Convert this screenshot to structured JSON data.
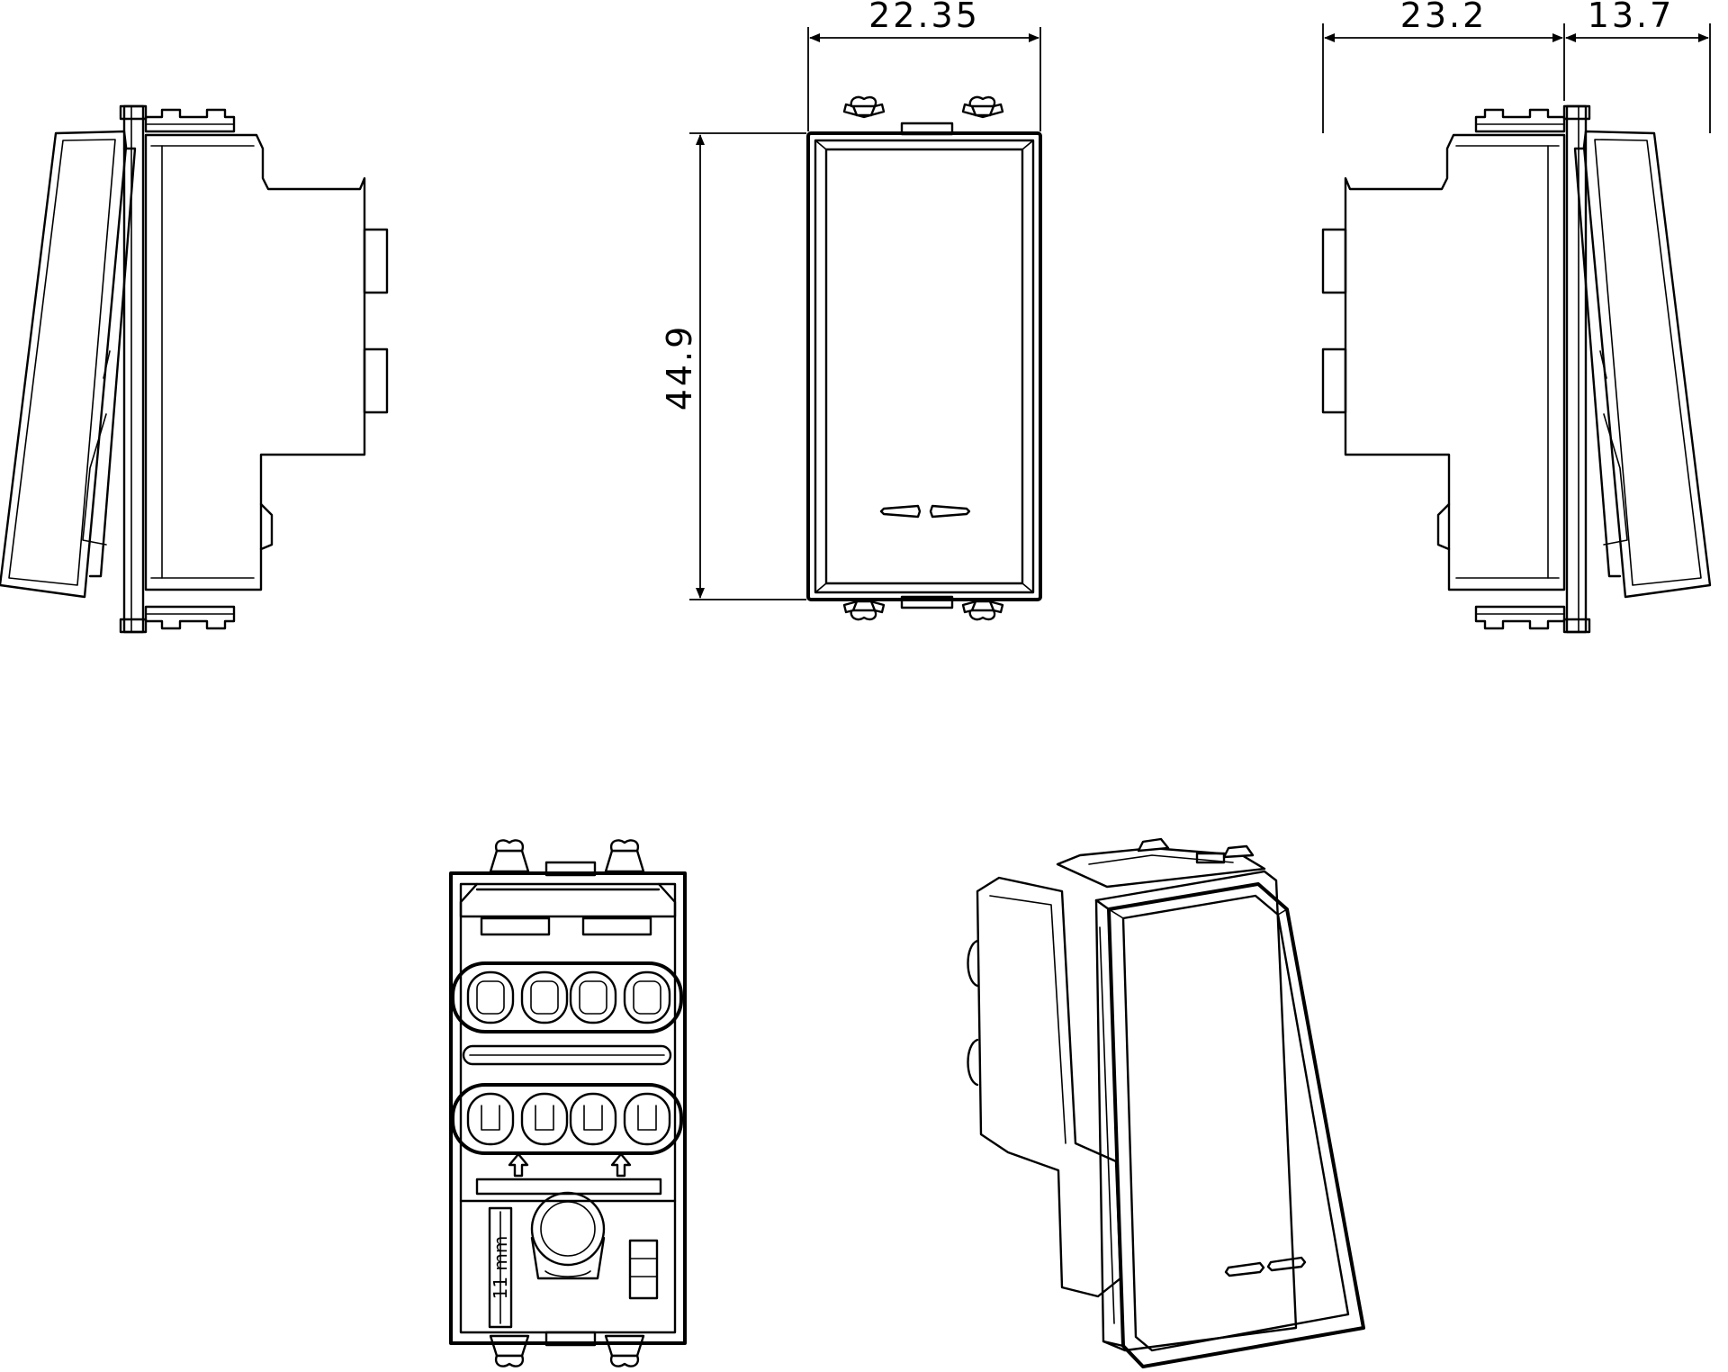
{
  "dimensions": {
    "front_width": "22.35",
    "front_height": "44.9",
    "side_body_depth": "23.2",
    "side_rocker_depth": "13.7"
  },
  "rear_label": "11 mm"
}
